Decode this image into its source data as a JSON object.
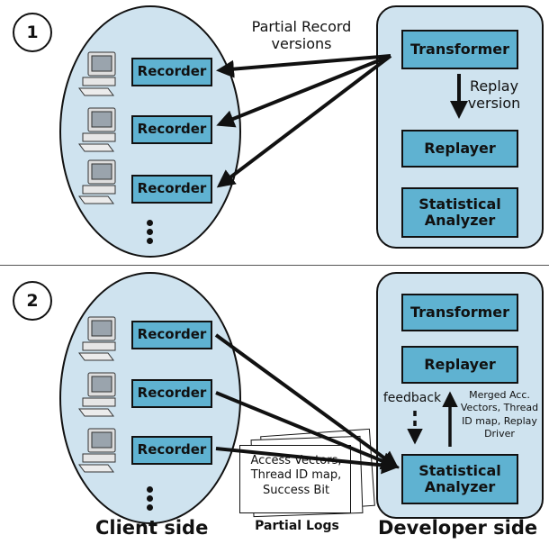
{
  "panel1": {
    "badge": "1",
    "recorders": [
      "Recorder",
      "Recorder",
      "Recorder"
    ],
    "arrow_label": "Partial Record versions",
    "transformer": "Transformer",
    "replay_version_label": "Replay version",
    "replayer": "Replayer",
    "stat_analyzer": "Statistical Analyzer"
  },
  "panel2": {
    "badge": "2",
    "recorders": [
      "Recorder",
      "Recorder",
      "Recorder"
    ],
    "transformer": "Transformer",
    "replayer": "Replayer",
    "feedback_label": "feedback",
    "merged_label": "Merged Acc. Vectors, Thread ID map, Replay Driver",
    "stat_analyzer": "Statistical Analyzer",
    "log_text": "Access Vectors, Thread ID map, Success Bit",
    "partial_logs": "Partial Logs"
  },
  "footer": {
    "client_side": "Client side",
    "developer_side": "Developer side"
  },
  "colors": {
    "ellipse_fill": "#cfe3ef",
    "box_fill": "#5fb2d1",
    "stroke": "#111111"
  }
}
